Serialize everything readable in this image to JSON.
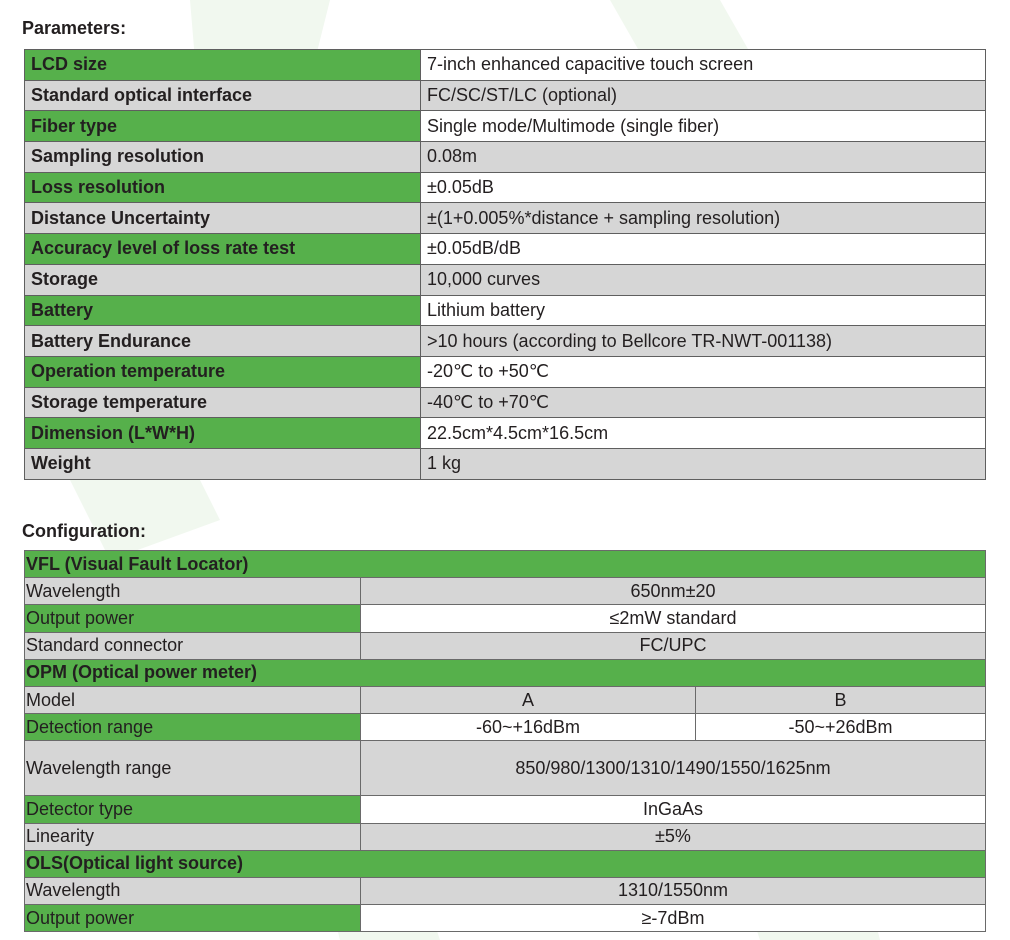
{
  "parameters": {
    "heading": "Parameters:",
    "rows": [
      {
        "label": "LCD size",
        "value": "7-inch enhanced capacitive touch screen"
      },
      {
        "label": "Standard optical interface",
        "value": "FC/SC/ST/LC (optional)"
      },
      {
        "label": "Fiber type",
        "value": "Single mode/Multimode (single fiber)"
      },
      {
        "label": "Sampling resolution",
        "value": "0.08m"
      },
      {
        "label": "Loss resolution",
        "value": "±0.05dB"
      },
      {
        "label": "Distance Uncertainty",
        "value": "±(1+0.005%*distance + sampling resolution)"
      },
      {
        "label": "Accuracy level of loss rate test",
        "value": "±0.05dB/dB"
      },
      {
        "label": "Storage",
        "value": "10,000 curves"
      },
      {
        "label": "Battery",
        "value": "Lithium battery"
      },
      {
        "label": "Battery Endurance",
        "value": ">10 hours (according to Bellcore TR-NWT-001138)"
      },
      {
        "label": "Operation temperature",
        "value": "-20℃ to +50℃"
      },
      {
        "label": "Storage temperature",
        "value": "-40℃ to +70℃"
      },
      {
        "label": "Dimension (L*W*H)",
        "value": "22.5cm*4.5cm*16.5cm"
      },
      {
        "label": "Weight",
        "value": "1 kg"
      }
    ]
  },
  "configuration": {
    "heading": "Configuration:",
    "vfl": {
      "title": "VFL (Visual Fault Locator)",
      "wavelength": {
        "label": "Wavelength",
        "value": "650nm±20"
      },
      "output_power": {
        "label": "Output power",
        "value": "≤2mW standard"
      },
      "connector": {
        "label": "Standard connector",
        "value": "FC/UPC"
      }
    },
    "opm": {
      "title": "OPM (Optical power meter)",
      "model": {
        "label": "Model",
        "a": "A",
        "b": "B"
      },
      "detection_range": {
        "label": "Detection range",
        "a": "-60~+16dBm",
        "b": "-50~+26dBm"
      },
      "wavelength_range": {
        "label": "Wavelength range",
        "value": "850/980/1300/1310/1490/1550/1625nm"
      },
      "detector_type": {
        "label": "Detector type",
        "value": "InGaAs"
      },
      "linearity": {
        "label": "Linearity",
        "value": "±5%"
      }
    },
    "ols": {
      "title": "OLS(Optical light source)",
      "wavelength": {
        "label": "Wavelength",
        "value": "1310/1550nm"
      },
      "output_power": {
        "label": "Output power",
        "value": "≥-7dBm"
      }
    }
  },
  "colors": {
    "green": "#56b04b",
    "gray": "#d6d6d6",
    "border": "#5f5f5f"
  }
}
